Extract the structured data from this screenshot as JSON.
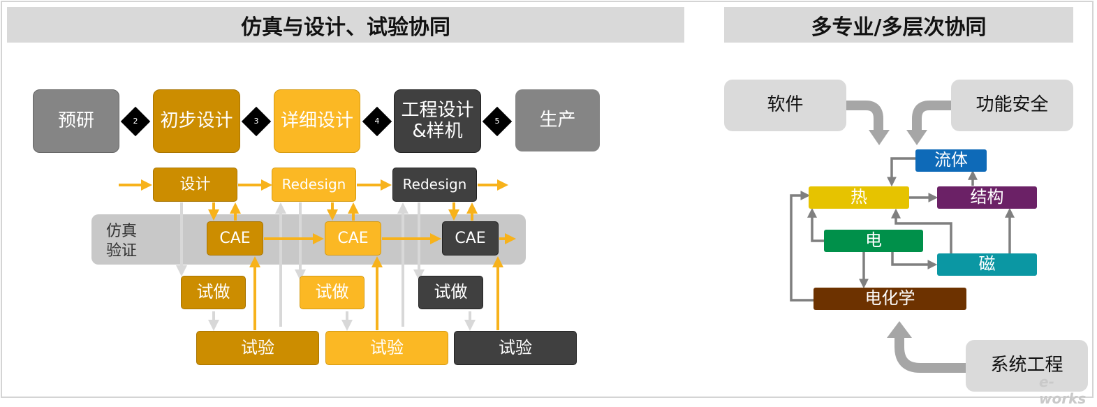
{
  "headers": {
    "left": "仿真与设计、试验协同",
    "right": "多专业/多层次协同"
  },
  "phases": [
    "预研",
    "初步设计",
    "详细设计",
    "工程设计\n&样机",
    "生产"
  ],
  "milestones": [
    "2",
    "3",
    "4",
    "5"
  ],
  "design_row": [
    "设计",
    "Redesign",
    "Redesign"
  ],
  "sim_label": "仿真\n验证",
  "cae": [
    "CAE",
    "CAE",
    "CAE"
  ],
  "prototype": [
    "试做",
    "试做",
    "试做"
  ],
  "test": [
    "试验",
    "试验",
    "试验"
  ],
  "disciplines": {
    "software": "软件",
    "safety": "功能安全",
    "fluid": "流体",
    "thermal": "热",
    "structure": "结构",
    "electric": "电",
    "magnetic": "磁",
    "electrochem": "电化学",
    "syseng": "系统工程"
  },
  "watermark": "e-works",
  "colors": {
    "grey_phase": "#858585",
    "prelim": "#cc8d00",
    "detailed": "#fbb824",
    "engineering": "#404040",
    "arrow_yellow": "#f7b21b",
    "fluid": "#0e6ab8",
    "thermal": "#e6c300",
    "structure": "#6b2166",
    "electric": "#00904a",
    "magnetic": "#0b97a3",
    "electrochem": "#6d3200"
  }
}
